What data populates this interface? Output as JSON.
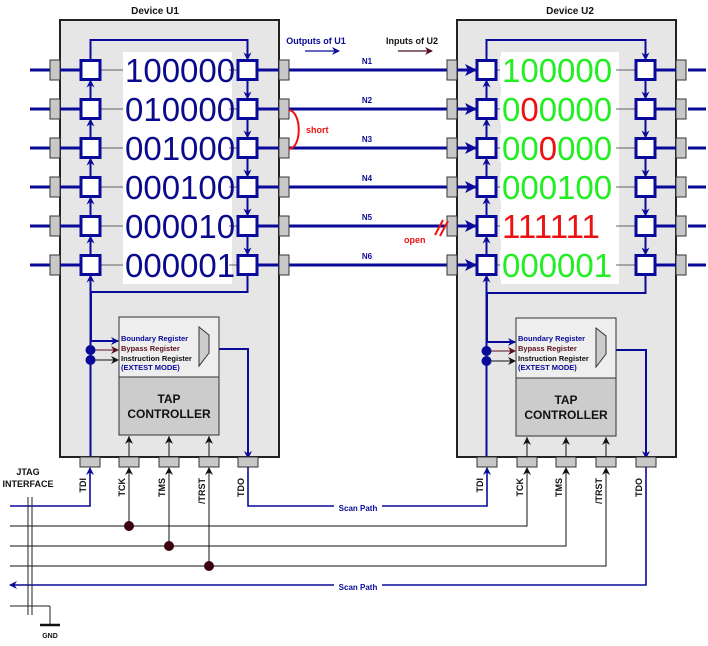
{
  "title": "JTAG Boundary Scan Interconnect Test",
  "devices": [
    {
      "name": "Device U1",
      "bits_color": "#0a0a8c",
      "rows": [
        {
          "segments": [
            {
              "text": "100000",
              "color": "#0a0a8c"
            }
          ]
        },
        {
          "segments": [
            {
              "text": "010000",
              "color": "#0a0a8c"
            }
          ]
        },
        {
          "segments": [
            {
              "text": "001000",
              "color": "#0a0a8c"
            }
          ]
        },
        {
          "segments": [
            {
              "text": "000100",
              "color": "#0a0a8c"
            }
          ]
        },
        {
          "segments": [
            {
              "text": "000010",
              "color": "#0a0a8c"
            }
          ]
        },
        {
          "segments": [
            {
              "text": "000001",
              "color": "#0a0a8c"
            }
          ]
        }
      ],
      "registers": {
        "boundary": "Boundary Register",
        "bypass": "Bypass Register",
        "instruction": "Instruction Register",
        "mode": "(EXTEST MODE)"
      },
      "tap": [
        "TAP",
        "CONTROLLER"
      ],
      "pins": [
        "TDI",
        "TCK",
        "TMS",
        "/TRST",
        "TDO"
      ]
    },
    {
      "name": "Device U2",
      "rows": [
        {
          "segments": [
            {
              "text": "100000",
              "color": "#22ee22"
            }
          ]
        },
        {
          "segments": [
            {
              "text": "0",
              "color": "#22ee22"
            },
            {
              "text": "0",
              "color": "#ee1111"
            },
            {
              "text": "0000",
              "color": "#22ee22"
            }
          ]
        },
        {
          "segments": [
            {
              "text": "00",
              "color": "#22ee22"
            },
            {
              "text": "0",
              "color": "#ee1111"
            },
            {
              "text": "000",
              "color": "#22ee22"
            }
          ]
        },
        {
          "segments": [
            {
              "text": "000100",
              "color": "#22ee22"
            }
          ]
        },
        {
          "segments": [
            {
              "text": "111111",
              "color": "#ee1111"
            }
          ]
        },
        {
          "segments": [
            {
              "text": "000001",
              "color": "#22ee22"
            }
          ]
        }
      ],
      "registers": {
        "boundary": "Boundary Register",
        "bypass": "Bypass Register",
        "instruction": "Instruction Register",
        "mode": "(EXTEST MODE)"
      },
      "tap": [
        "TAP",
        "CONTROLLER"
      ],
      "pins": [
        "TDI",
        "TCK",
        "TMS",
        "/TRST",
        "TDO"
      ]
    }
  ],
  "nets": [
    "N1",
    "N2",
    "N3",
    "N4",
    "N5",
    "N6"
  ],
  "labels": {
    "outputs": "Outputs of U1",
    "inputs": "Inputs of U2",
    "short": "short",
    "open": "open",
    "scan_path": "Scan Path",
    "jtag_line1": "JTAG",
    "jtag_line2": "INTERFACE",
    "gnd": "GND"
  },
  "colors": {
    "wire_blue": "#0a0a9a",
    "fault_red": "#ee1111",
    "chip_fill": "#e6e6e6",
    "pin_fill": "#c8c8c8",
    "tap_fill": "#cccccc",
    "bypass_text": "#5a1020",
    "dot": "#3a0010"
  }
}
